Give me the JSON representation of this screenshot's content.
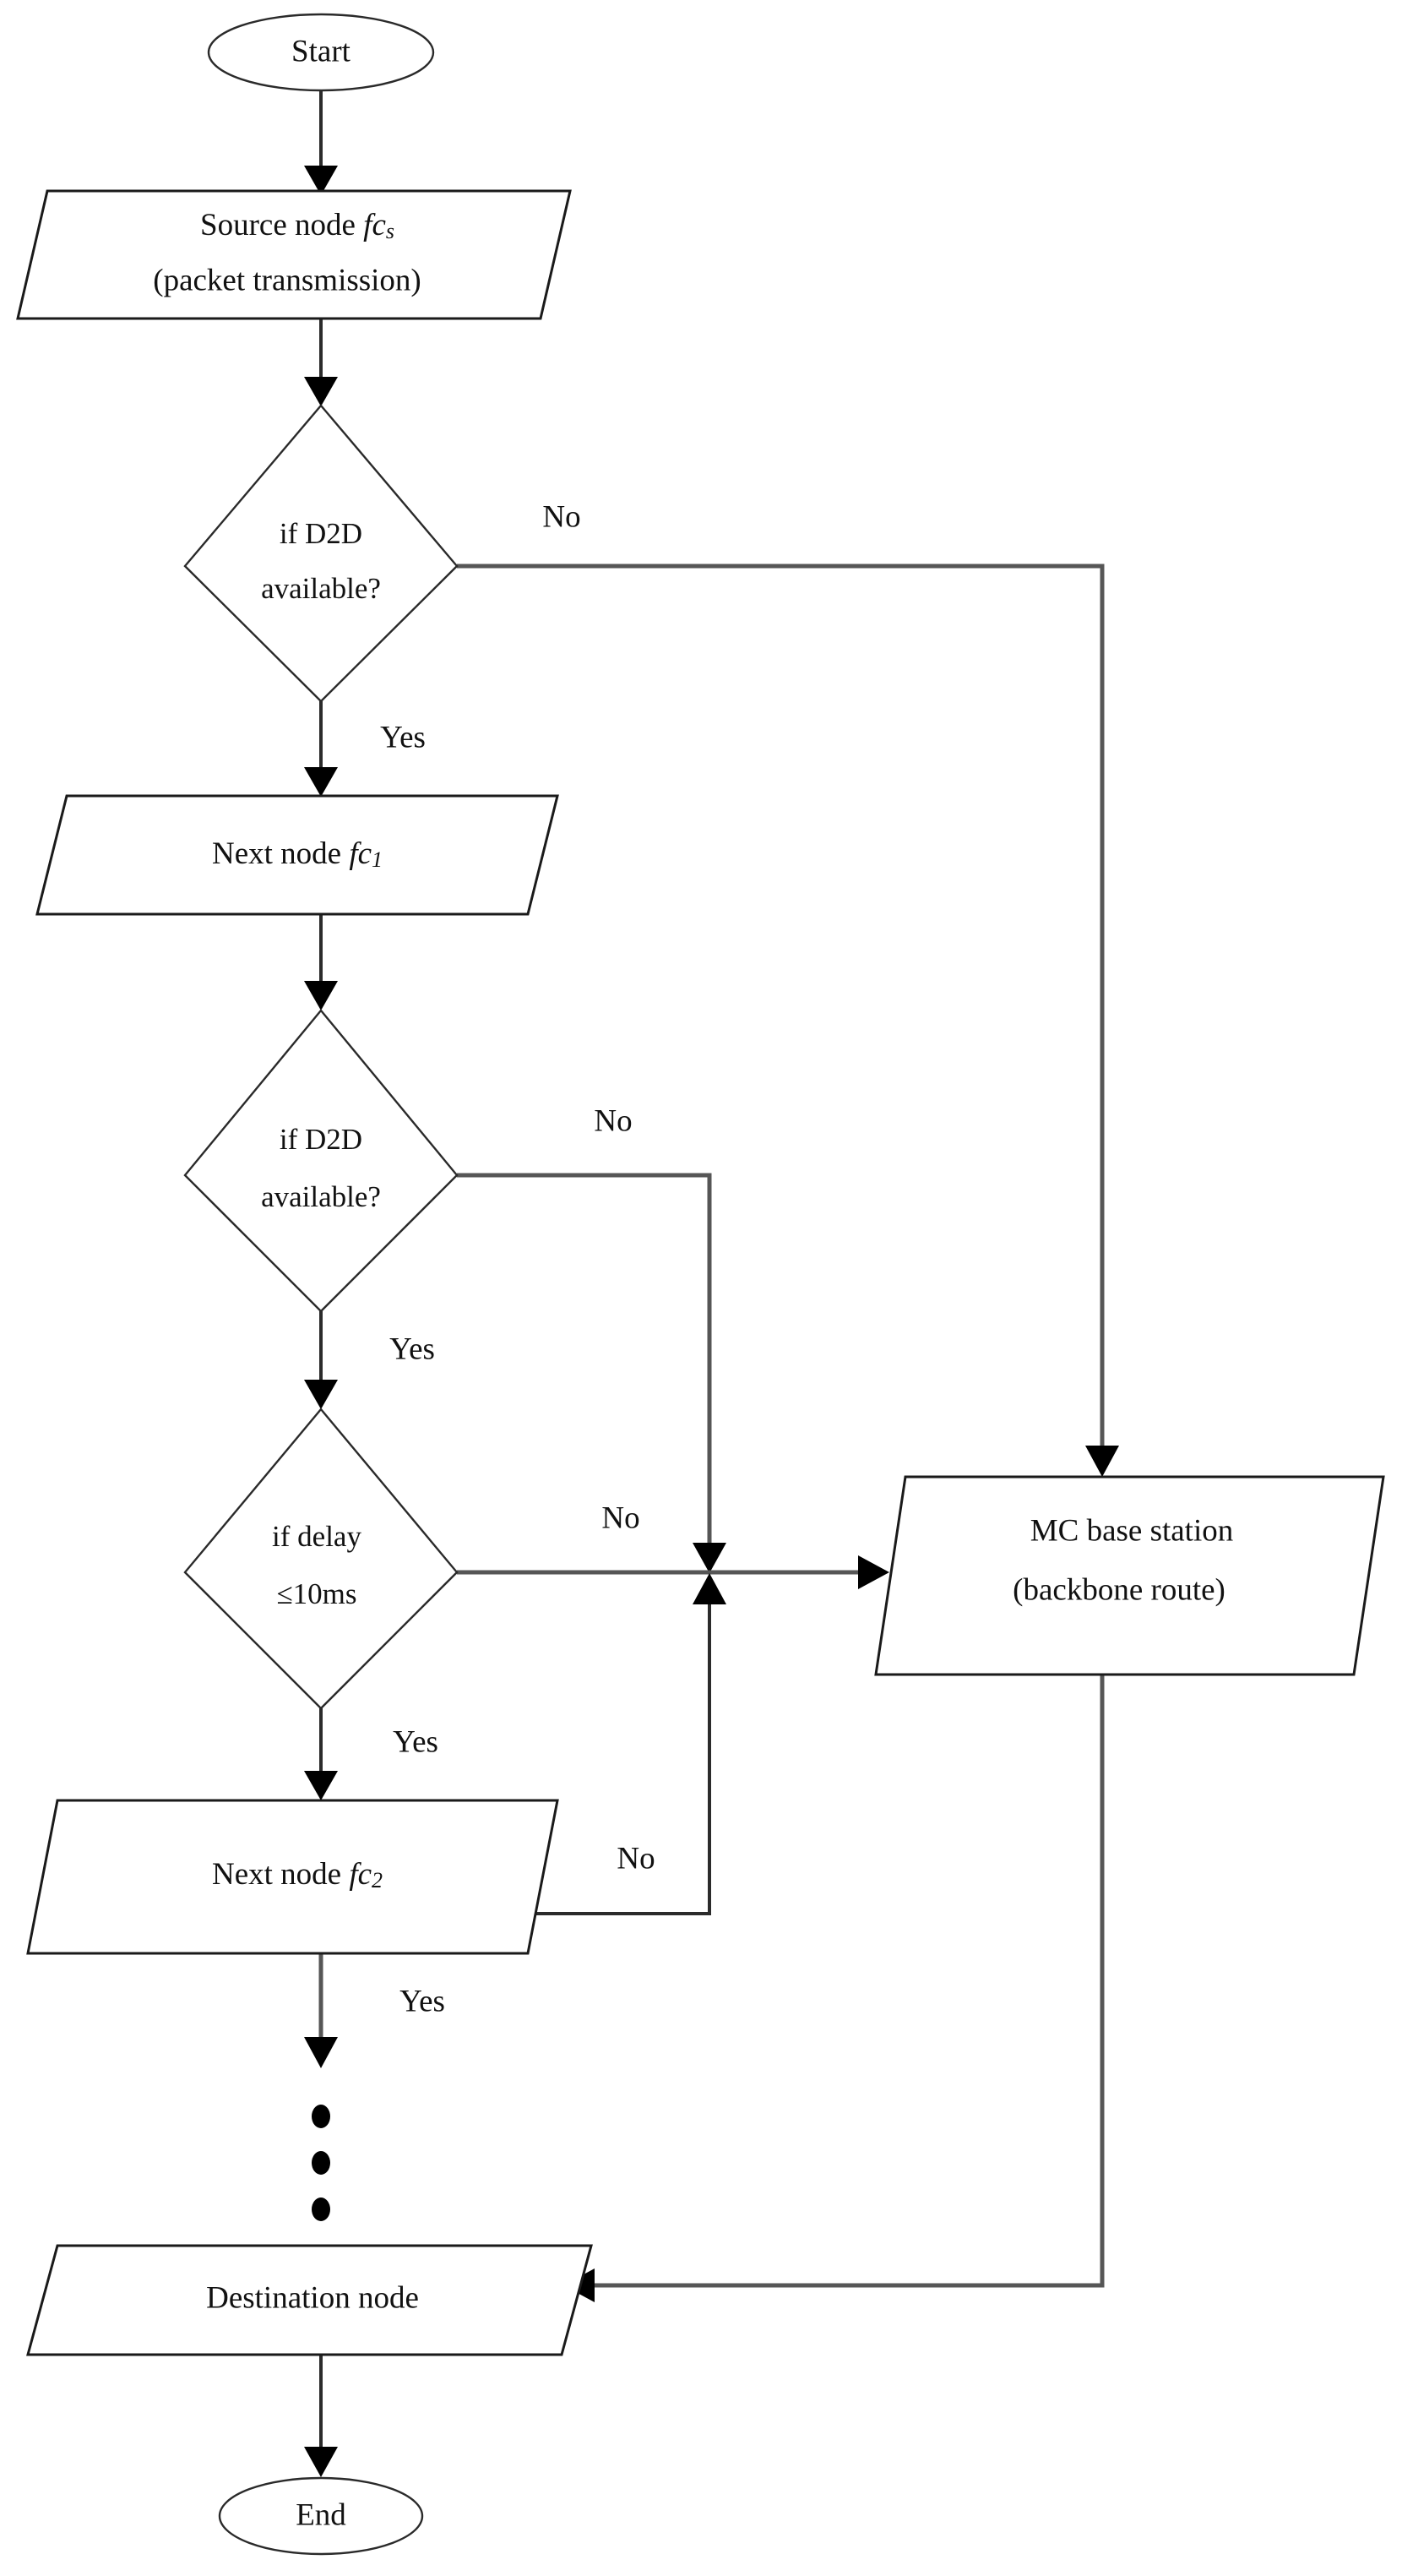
{
  "diagram": {
    "title": "D2D relay routing flowchart",
    "background_color": "#ffffff",
    "line_color": "#565656",
    "text_color": "#111111"
  },
  "nodes": {
    "start": {
      "label": "Start",
      "shape": "ellipse"
    },
    "source_node": {
      "line1_prefix": "Source node ",
      "line1_math": "fc",
      "line1_sub": "s",
      "line2": "(packet transmission)",
      "shape": "parallelogram"
    },
    "decision_d2d_1": {
      "line1": "if D2D",
      "line2": "available?",
      "shape": "diamond"
    },
    "next_node_1": {
      "prefix": "Next node ",
      "math": "fc",
      "sub": "1",
      "shape": "parallelogram"
    },
    "decision_d2d_2": {
      "line1": "if D2D",
      "line2": "available?",
      "shape": "diamond"
    },
    "decision_delay": {
      "line1": "if delay",
      "line2": "≤10ms",
      "shape": "diamond"
    },
    "next_node_2": {
      "prefix": "Next node ",
      "math": "fc",
      "sub": "2",
      "shape": "parallelogram"
    },
    "mc_base_station": {
      "line1": "MC base station",
      "line2": "(backbone route)",
      "shape": "parallelogram"
    },
    "destination_node": {
      "label": "Destination node",
      "shape": "parallelogram"
    },
    "end": {
      "label": "End",
      "shape": "ellipse"
    },
    "ellipsis": {
      "label": "vertical-ellipsis",
      "dots": 3
    }
  },
  "edge_labels": {
    "d2d1_no": "No",
    "d2d1_yes": "Yes",
    "d2d2_no": "No",
    "d2d2_yes": "Yes",
    "delay_no": "No",
    "delay_yes": "Yes",
    "fc2_no": "No",
    "fc2_yes": "Yes"
  }
}
